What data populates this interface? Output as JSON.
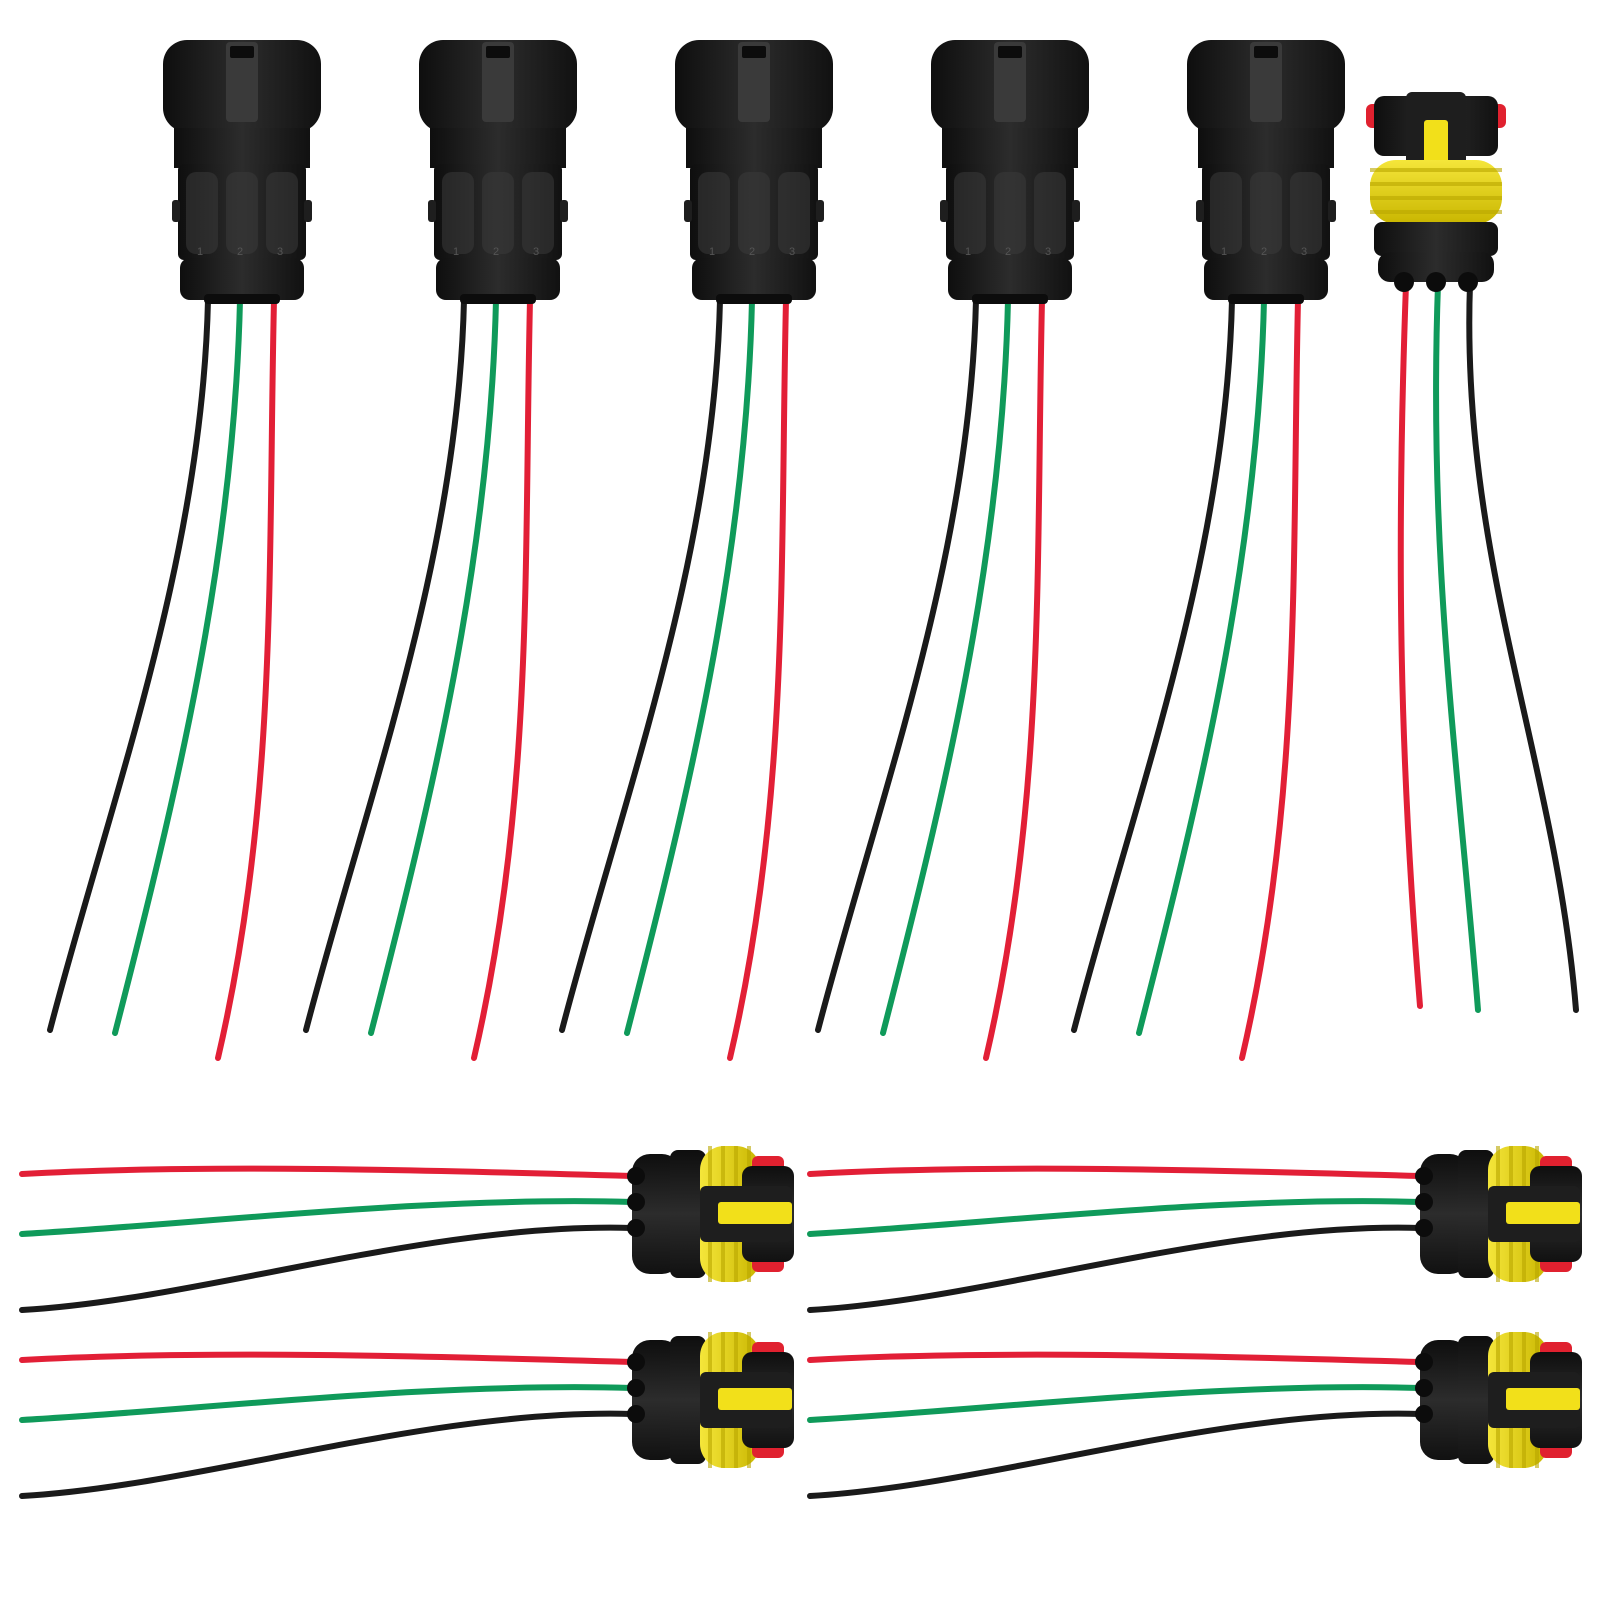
{
  "scene": {
    "background": "#ffffff",
    "colors": {
      "housing": "#1e1e1e",
      "housing_highlight": "#3a3a3a",
      "housing_shadow": "#0c0c0c",
      "seal_yellow": "#f2e01a",
      "seal_shadow": "#b9a700",
      "latch_red": "#e0212f",
      "wire_black": "#1a1a1a",
      "wire_green": "#0f9a5a",
      "wire_red": "#e21f36"
    },
    "male_connectors": {
      "count": 5,
      "wire_order": [
        "black",
        "green",
        "red"
      ],
      "pin_labels": [
        "1",
        "2",
        "3"
      ]
    },
    "female_connectors": {
      "vertical_count": 1,
      "vertical_wire_order": [
        "red",
        "green",
        "black"
      ],
      "horizontal_count": 4,
      "horizontal_wire_order": [
        "red",
        "green",
        "black"
      ]
    }
  }
}
